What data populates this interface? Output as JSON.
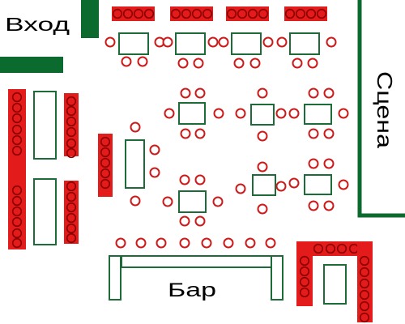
{
  "labels": {
    "entrance": "Вход",
    "stage": "Сцена",
    "bar": "Бар"
  },
  "colors": {
    "wall": "#0b6b2e",
    "table_stroke": "#1e6b3a",
    "chair_stroke": "#cc1a1a",
    "sofa_fill": "#e41b1b",
    "sofa_seat_stroke": "#8a0000",
    "background": "#ffffff",
    "text": "#000000"
  },
  "icons": {
    "chair": "circle-chair-icon",
    "sofa": "sofa-bench-icon",
    "table": "rect-table-icon"
  }
}
